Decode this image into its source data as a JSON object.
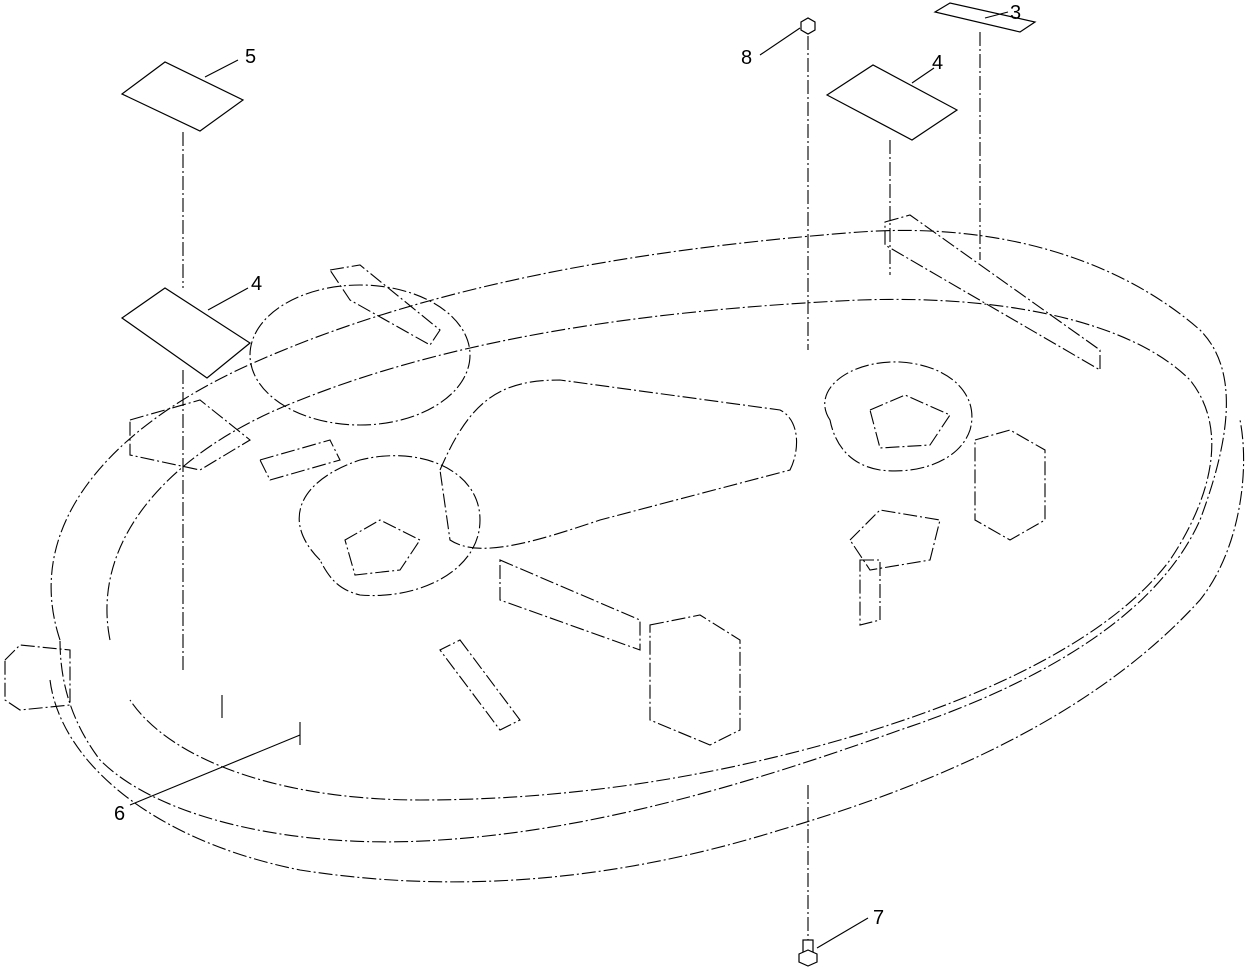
{
  "callouts": {
    "decal_top_left": "5",
    "decal_mid_left": "4",
    "decal_top_right": "4",
    "decal_far_right": "3",
    "nut": "8",
    "pin": "6",
    "bolt": "7"
  }
}
